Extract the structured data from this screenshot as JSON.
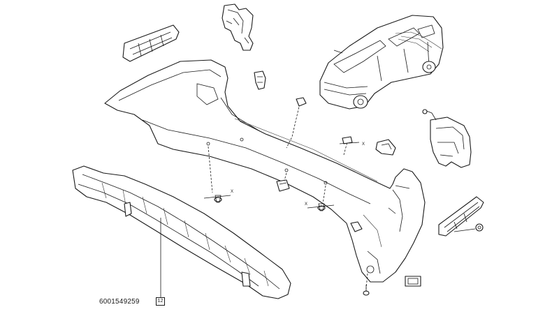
{
  "diagram": {
    "reference_number": "6001549259",
    "callout_number": "12",
    "axis_marks": [
      "X",
      "X",
      "X"
    ]
  },
  "colors": {
    "line": "#1a1a1a",
    "background": "#ffffff"
  }
}
